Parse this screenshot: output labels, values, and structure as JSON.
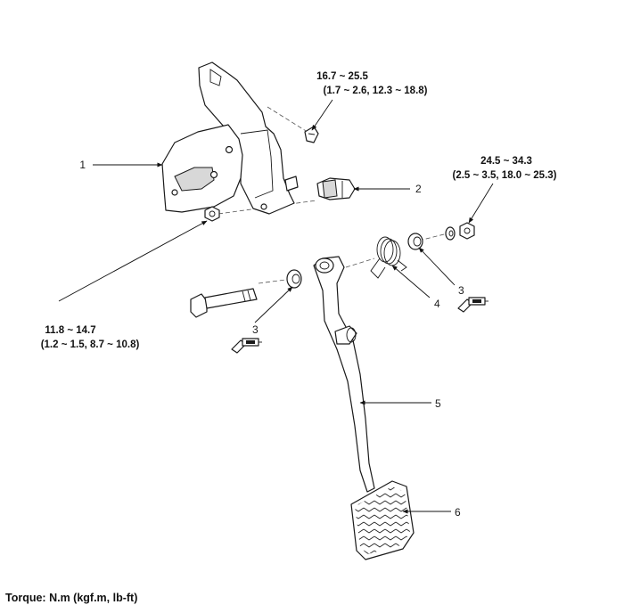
{
  "callouts": {
    "c1": "1",
    "c2": "2",
    "c3a": "3",
    "c3b": "3",
    "c4": "4",
    "c5": "5",
    "c6": "6"
  },
  "torques": {
    "bracket_bolt": {
      "line1": "16.7 ~ 25.5",
      "line2": "(1.7 ~ 2.6, 12.3 ~ 18.8)"
    },
    "pivot_nut": {
      "line1": "24.5 ~ 34.3",
      "line2": "(2.5 ~ 3.5, 18.0 ~ 25.3)"
    },
    "mount_nut": {
      "line1": "11.8 ~ 14.7",
      "line2": "(1.2 ~ 1.5, 8.7 ~ 10.8)"
    }
  },
  "footer": {
    "torque_unit": "Torque: N.m (kgf.m, lb-ft)"
  },
  "icons": [
    "grease-gun-icon"
  ],
  "colors": {
    "line": "#1a1a1a",
    "background": "#ffffff"
  }
}
